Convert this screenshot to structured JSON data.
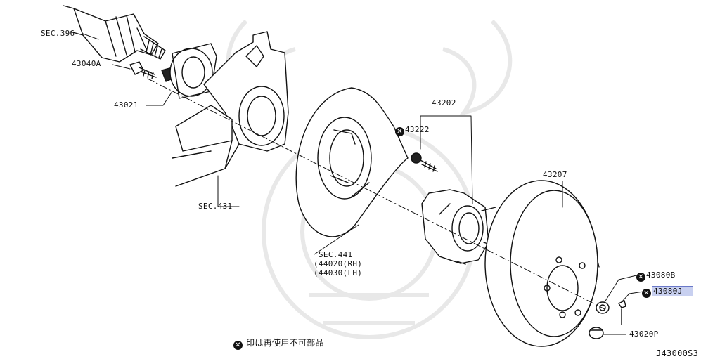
{
  "labels": {
    "sec396": "SEC.396",
    "p43040a": "43040A",
    "p43021": "43021",
    "sec431": "SEC.431",
    "p43202": "43202",
    "p43222": "43222",
    "sec441": "SEC.441",
    "p44020": "(44020(RH)",
    "p44030": "(44030(LH)",
    "p43207": "43207",
    "p43080b": "43080B",
    "p43080j": "43080J",
    "p43020p": "43020P",
    "legend_text": "印は再使用不可部品",
    "diagram_id": "J43000S3"
  },
  "colors": {
    "line": "#111111",
    "highlight_fill": "#c8d0f0",
    "highlight_border": "#6a78c8",
    "watermark": "#e6e6e6"
  },
  "icons": {
    "non_reusable_mark": "x-circle-icon"
  }
}
